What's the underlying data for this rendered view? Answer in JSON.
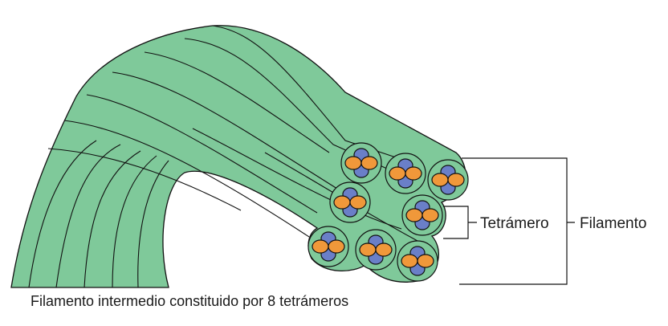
{
  "labels": {
    "tetramer": "Tetrámero",
    "filament": "Filamento"
  },
  "caption": "Filamento intermedio constituido por 8 tetrámeros",
  "colors": {
    "strand_fill": "#7fc99a",
    "orange_protein": "#f0983a",
    "blue_protein": "#6a7fc8",
    "outline": "#111111"
  }
}
